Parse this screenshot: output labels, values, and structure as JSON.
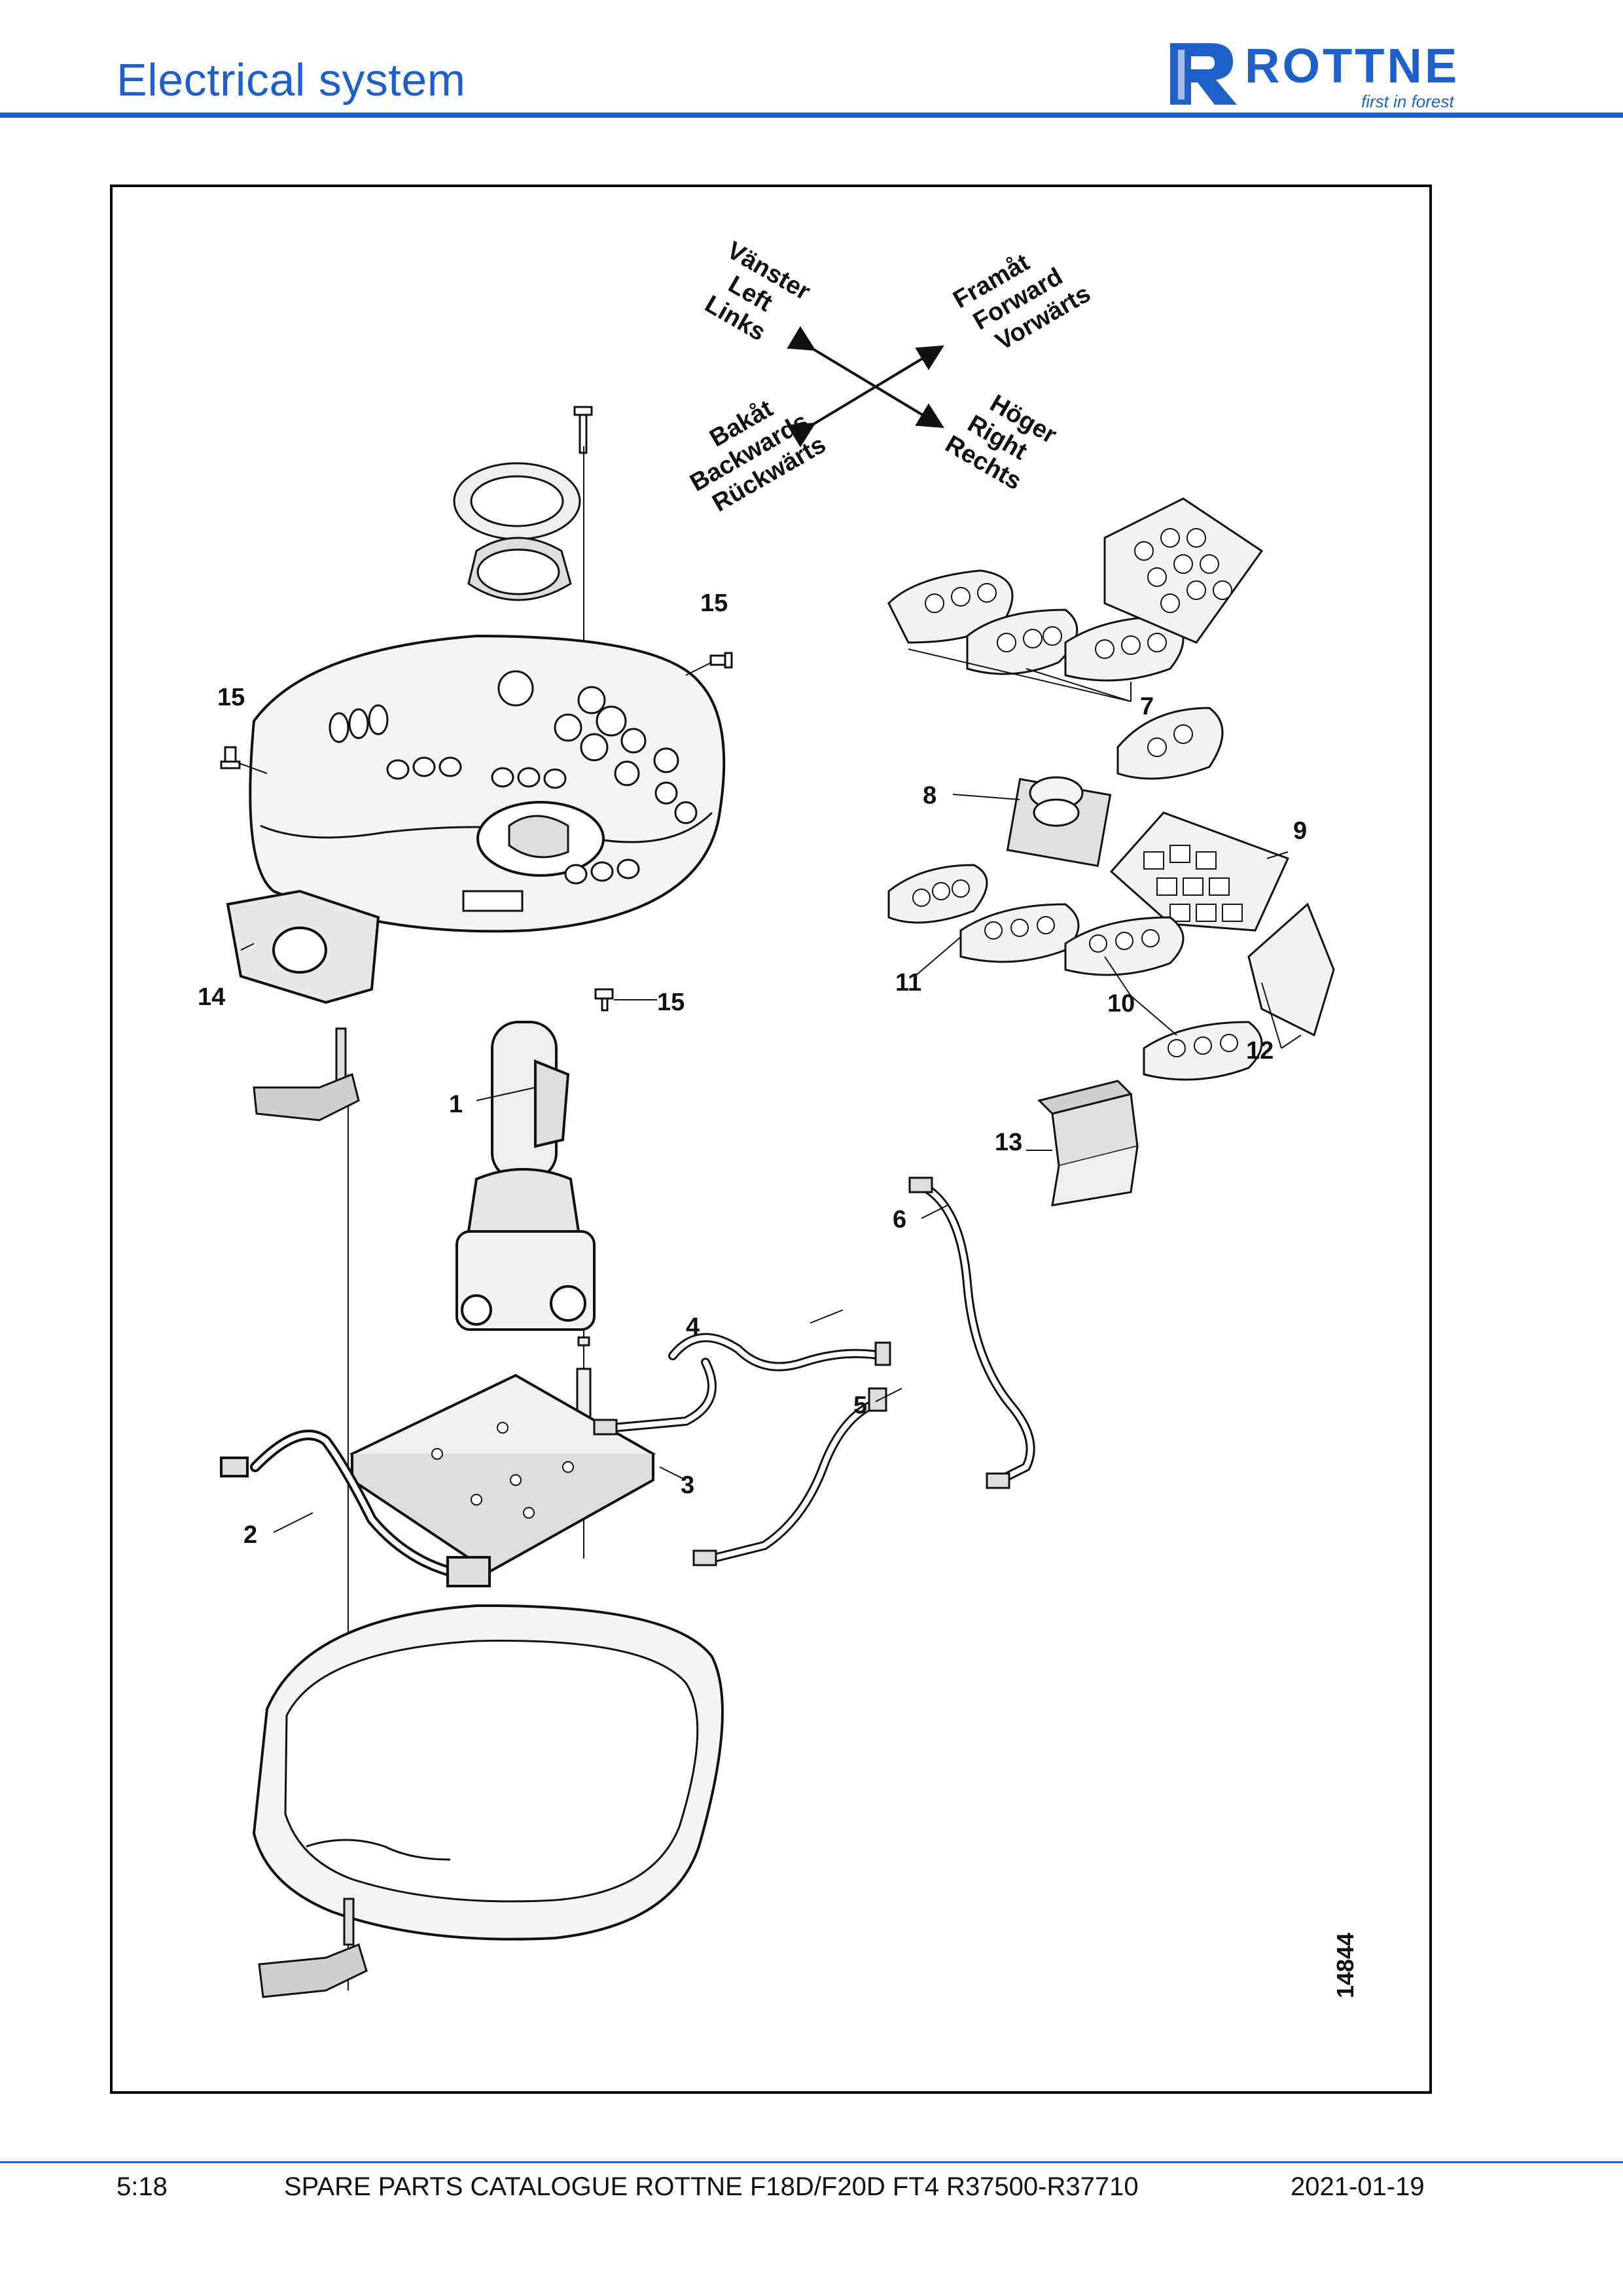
{
  "header": {
    "title": "Electrical system",
    "logo_word": "ROTTNE",
    "logo_tagline": "first in forest"
  },
  "colors": {
    "brand": "#1f5fc8",
    "line": "#111111"
  },
  "directions": {
    "left": [
      "Vänster",
      "Left",
      "Links"
    ],
    "forward": [
      "Framåt",
      "Forward",
      "Vorwärts"
    ],
    "backward": [
      "Bakåt",
      "Backwards",
      "Rückwärts"
    ],
    "right": [
      "Höger",
      "Right",
      "Rechts"
    ]
  },
  "callouts": {
    "c1": "1",
    "c2": "2",
    "c3": "3",
    "c4": "4",
    "c5": "5",
    "c6": "6",
    "c7": "7",
    "c8": "8",
    "c9": "9",
    "c10": "10",
    "c11": "11",
    "c12": "12",
    "c13": "13",
    "c14": "14",
    "c15a": "15",
    "c15b": "15",
    "c15c": "15"
  },
  "figure_number": "14844",
  "footer": {
    "page": "5:18",
    "doc_title": "SPARE PARTS CATALOGUE ROTTNE F18D/F20D FT4 R37500-R37710",
    "date": "2021-01-19"
  }
}
